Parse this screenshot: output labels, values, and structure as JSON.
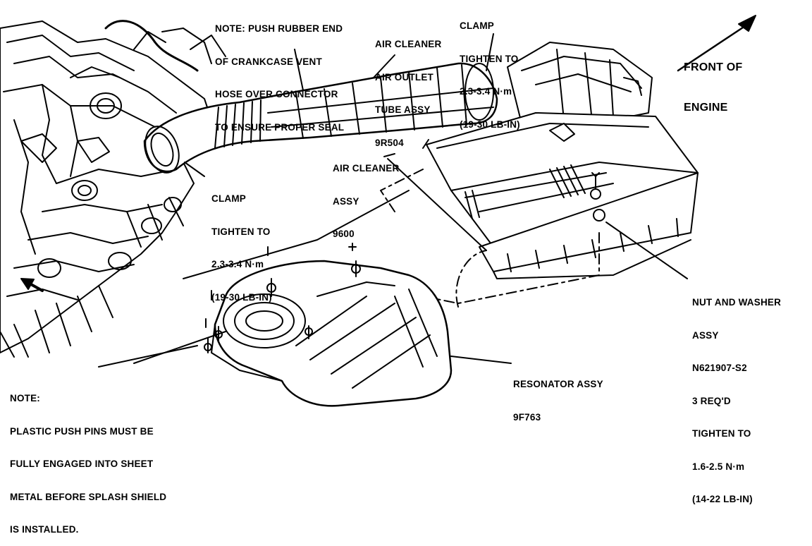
{
  "callouts": {
    "crankcase_note": [
      "NOTE: PUSH RUBBER END",
      "OF CRANKCASE VENT",
      "HOSE OVER CONNECTOR",
      "TO ENSURE PROPER SEAL"
    ],
    "outlet_tube": [
      "AIR CLEANER",
      "AIR OUTLET",
      "TUBE ASSY",
      "9R504"
    ],
    "clamp_top": [
      "CLAMP",
      "TIGHTEN TO",
      "2.3-3.4 N·m",
      "(19-30 LB-IN)"
    ],
    "front_engine": [
      "FRONT OF",
      "ENGINE"
    ],
    "air_cleaner": [
      "AIR CLEANER",
      "ASSY",
      "9600"
    ],
    "clamp_left": [
      "CLAMP",
      "TIGHTEN TO",
      "2.3-3.4 N·m",
      "(19-30 LB-IN)"
    ],
    "nut_washer": [
      "NUT AND WASHER",
      "ASSY",
      "N621907-S2",
      "3 REQ'D",
      "TIGHTEN TO",
      "1.6-2.5 N·m",
      "(14-22 LB-IN)"
    ],
    "resonator": [
      "RESONATOR ASSY",
      "9F763"
    ],
    "push_pins_note": [
      "NOTE:",
      "PLASTIC PUSH PINS MUST BE",
      "FULLY ENGAGED INTO SHEET",
      "METAL BEFORE SPLASH SHIELD",
      "IS INSTALLED."
    ]
  },
  "colors": {
    "ink": "#000000",
    "paper": "#ffffff"
  }
}
